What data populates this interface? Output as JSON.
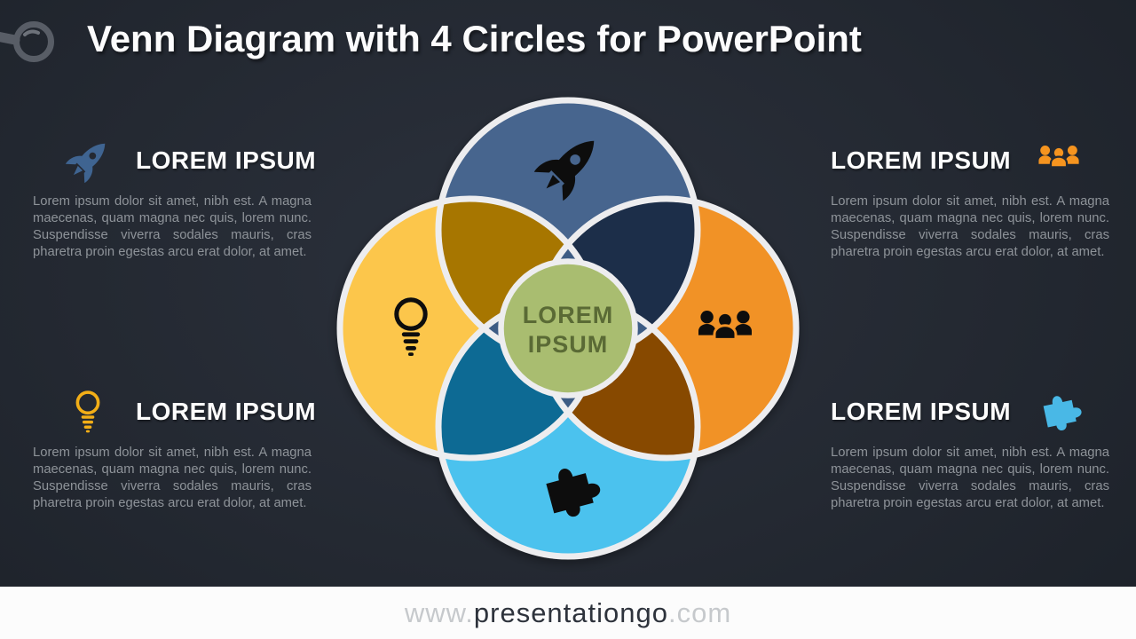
{
  "title": "Venn Diagram with 4 Circles for PowerPoint",
  "center": {
    "line1": "LOREM",
    "line2": "IPSUM"
  },
  "venn": {
    "circle_icons": [
      "rocket-icon",
      "lightbulb-icon",
      "users-icon",
      "puzzle-icon"
    ]
  },
  "blocks": {
    "top_left": {
      "icon": "rocket-icon",
      "heading": "LOREM IPSUM",
      "body": "Lorem ipsum dolor sit amet, nibh est. A magna maecenas, quam magna nec quis, lorem nunc. Suspendisse viverra sodales mauris, cras pharetra proin egestas arcu erat dolor, at amet."
    },
    "top_right": {
      "icon": "users-icon",
      "heading": "LOREM IPSUM",
      "body": "Lorem ipsum dolor sit amet, nibh est. A magna maecenas, quam magna nec quis, lorem nunc. Suspendisse viverra sodales mauris, cras pharetra proin egestas arcu erat dolor, at amet."
    },
    "bottom_left": {
      "icon": "lightbulb-icon",
      "heading": "LOREM IPSUM",
      "body": "Lorem ipsum dolor sit amet, nibh est. A magna maecenas, quam magna nec quis, lorem nunc. Suspendisse viverra sodales mauris, cras pharetra proin egestas arcu erat dolor, at amet."
    },
    "bottom_right": {
      "icon": "puzzle-icon",
      "heading": "LOREM IPSUM",
      "body": "Lorem ipsum dolor sit amet, nibh est. A magna maecenas, quam magna nec quis, lorem nunc. Suspendisse viverra sodales mauris, cras pharetra proin egestas arcu erat dolor, at amet."
    }
  },
  "footer": {
    "www": "www.",
    "domain": "presentationgo",
    "com": ".com"
  },
  "colors": {
    "background": "#242932",
    "circle_top": "#46658e",
    "circle_left": "#fcc64b",
    "circle_right": "#f19227",
    "circle_bottom": "#4cc2ee",
    "overlap_top_left": "#a77600",
    "overlap_top_right": "#1e2f4a",
    "overlap_bottom_left": "#0e6a94",
    "overlap_bottom_right": "#874a04",
    "overlap_arrow": "#3e5c84",
    "center_fill": "#a9bd70",
    "center_text": "#5a6a34",
    "icon_black": "#101010",
    "accent_rocket": "#3f6491",
    "accent_users": "#f6941f",
    "accent_bulb": "#f2ae17",
    "accent_puzzle": "#49b8e6",
    "border_white": "#ededef"
  }
}
